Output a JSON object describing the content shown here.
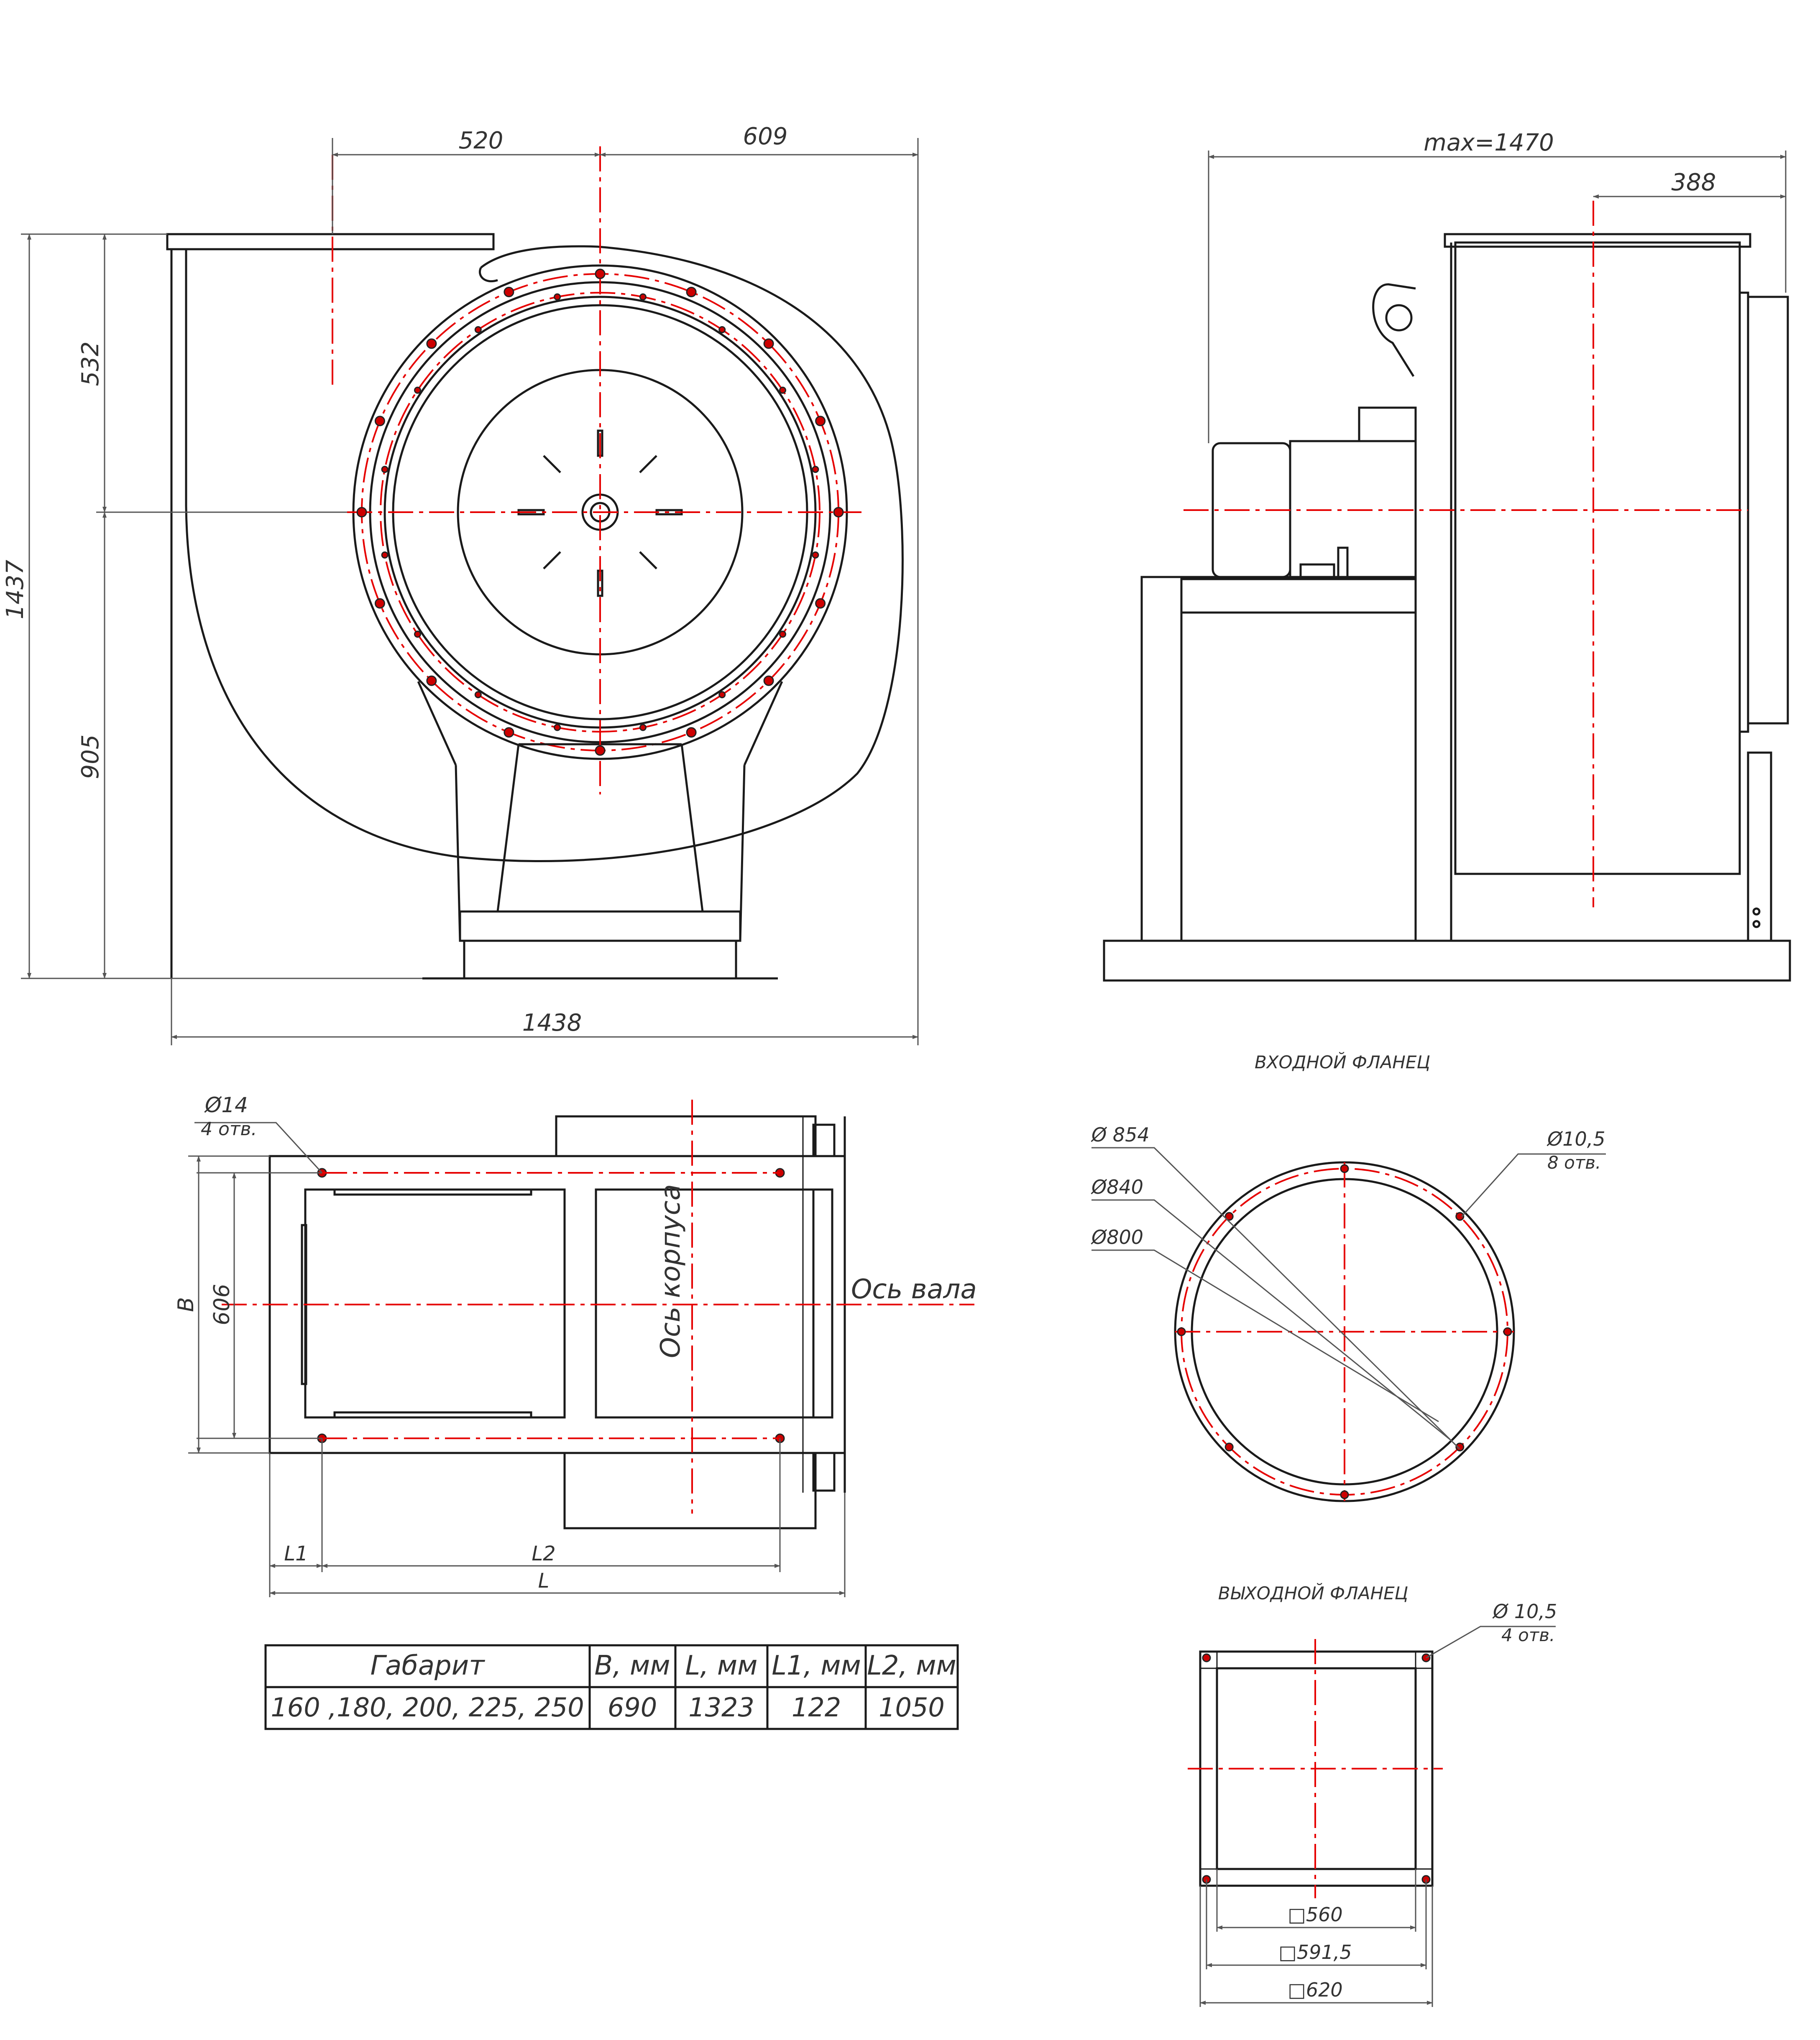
{
  "colors": {
    "line": "#1a1a1a",
    "axis": "#e60000",
    "hole": "#cc0000",
    "dimension": "#555555"
  },
  "front_view": {
    "dim_520": "520",
    "dim_609": "609",
    "dim_532": "532",
    "dim_905": "905",
    "dim_1437": "1437",
    "dim_1438": "1438"
  },
  "side_view": {
    "dim_max": "max=1470",
    "dim_388": "388"
  },
  "plan_view": {
    "hole_dia": "Ø14",
    "hole_count": "4 отв.",
    "dim_b": "B",
    "dim_606": "606",
    "label_housing_axis": "Ось корпуса",
    "label_shaft_axis": "Ось вала",
    "dim_l1": "L1",
    "dim_l2": "L2",
    "dim_l": "L"
  },
  "inlet_flange": {
    "title": "ВХОДНОЙ ФЛАНЕЦ",
    "dia_854": "Ø 854",
    "dia_840": "Ø840",
    "dia_800": "Ø800",
    "hole_dia": "Ø10,5",
    "hole_count": "8 отв."
  },
  "outlet_flange": {
    "title": "ВЫХОДНОЙ ФЛАНЕЦ",
    "hole_dia": "Ø 10,5",
    "hole_count": "4 отв.",
    "dim_560": "□560",
    "dim_591": "□591,5",
    "dim_620": "□620"
  },
  "table": {
    "headers": [
      "Габарит",
      "B, мм",
      "L, мм",
      "L1, мм",
      "L2, мм"
    ],
    "row": [
      "160 ,180, 200, 225, 250",
      "690",
      "1323",
      "122",
      "1050"
    ]
  }
}
